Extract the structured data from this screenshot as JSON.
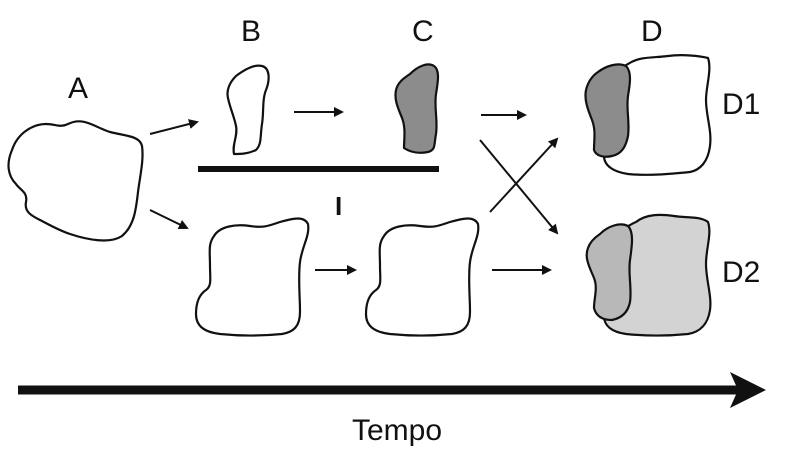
{
  "labels": {
    "A": "A",
    "B": "B",
    "C": "C",
    "D": "D",
    "D1": "D1",
    "D2": "D2",
    "barrier": "I",
    "time": "Tempo"
  },
  "colors": {
    "outline": "#111111",
    "white_fill": "#ffffff",
    "dark_grey": "#8c8c8c",
    "light_grey": "#d3d3d3",
    "mid_grey": "#b8b8b8",
    "bar": "#111111"
  }
}
